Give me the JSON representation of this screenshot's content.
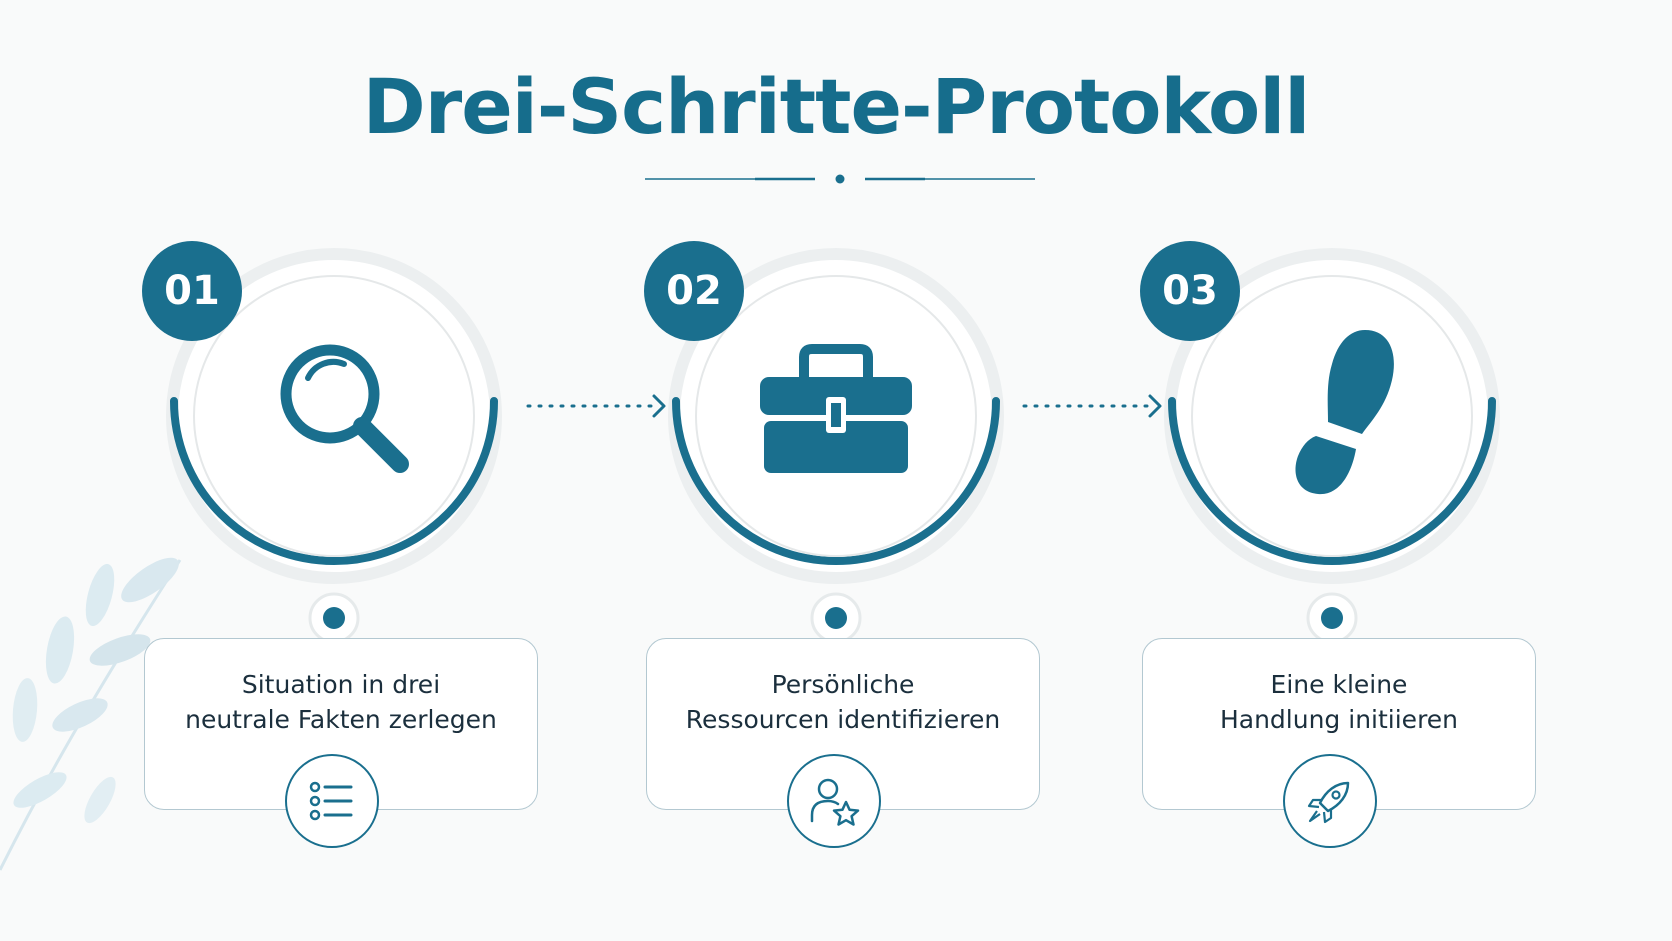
{
  "title": "Drei-Schritte-Protokoll",
  "accent_color": "#1a6f8e",
  "steps": [
    {
      "number": "01",
      "label_line1": "Situation in drei",
      "label_line2": "neutrale Fakten zerlegen",
      "main_icon": "magnifier-icon",
      "small_icon": "list-icon"
    },
    {
      "number": "02",
      "label_line1": "Persönliche",
      "label_line2": "Ressourcen identifizieren",
      "main_icon": "toolbox-icon",
      "small_icon": "person-star-icon"
    },
    {
      "number": "03",
      "label_line1": "Eine kleine",
      "label_line2": "Handlung initiieren",
      "main_icon": "footprint-icon",
      "small_icon": "rocket-icon"
    }
  ]
}
